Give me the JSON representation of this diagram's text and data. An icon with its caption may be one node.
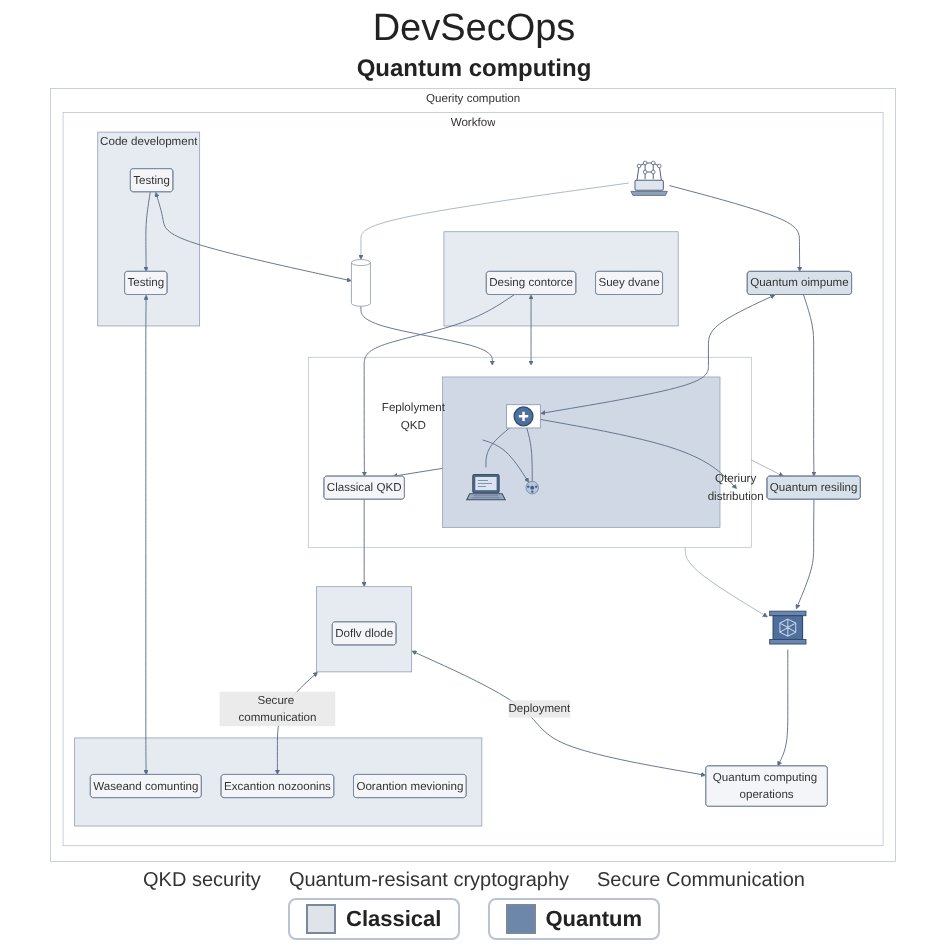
{
  "diagram": {
    "title": "DevSecOps",
    "nodes": [
      {
        "text": [
          "Querity compution"
        ]
      },
      {
        "text": [
          "Workfow"
        ],
        "in": 0
      },
      {
        "text": [
          "Code development"
        ],
        "in": 1
      },
      {
        "text": [
          "Testing"
        ],
        "in": 2
      },
      {
        "text": [
          "Testing"
        ],
        "in": 2
      },
      {
        "text": [],
        "shape": "box",
        "in": 1
      },
      {
        "text": [
          "Desing contorce"
        ],
        "in": 5
      },
      {
        "text": [
          "Suey dvane"
        ],
        "in": 5
      },
      {
        "text": [],
        "shape": "box",
        "in": 1
      },
      {
        "text": [
          "Waseand comunting"
        ],
        "in": 8
      },
      {
        "text": [
          "Oorantion mevioning"
        ],
        "in": 8
      },
      {
        "text": [
          "Excantion nozoonins"
        ],
        "in": 8
      },
      {
        "text": [],
        "shape": "cylinder",
        "in": 1
      },
      {
        "text": [],
        "shape": "box",
        "in": 1
      },
      {
        "text": [],
        "shape": "box",
        "in": 13
      },
      {
        "text": [],
        "shape": "box",
        "in": 14
      },
      {
        "text": [],
        "shape": "circle",
        "in": 14
      },
      {
        "text": [],
        "shape": "picture",
        "in": 14
      },
      {
        "text": [
          "Qteriury distribution"
        ],
        "in": 13
      },
      {
        "text": [
          "Feplolyment QKD"
        ],
        "in": 13
      },
      {
        "text": [
          "Classical QKD"
        ],
        "in": 13
      },
      {
        "text": [],
        "shape": "box",
        "in": 1
      },
      {
        "text": [
          "Doflv dlode"
        ],
        "in": 21
      },
      {
        "text": [],
        "shape": "picture",
        "in": 1
      },
      {
        "text": [
          "Quantum oimpume"
        ],
        "in": 1
      },
      {
        "text": [
          "Quantum resiling"
        ],
        "in": 1
      },
      {
        "text": [],
        "shape": "picture",
        "in": 1
      },
      {
        "text": [
          "Quantum computing operations"
        ],
        "in": 1
      }
    ],
    "edges": [
      {
        "from": 3,
        "to": 4,
        "arrow": "to"
      },
      {
        "from": 3,
        "to": 12,
        "arrow": "both"
      },
      {
        "from": 6,
        "to": 14,
        "arrow": "both"
      },
      {
        "from": 4,
        "to": 9,
        "arrow": "both"
      },
      {
        "from": 6,
        "to": 20,
        "arrow": "to"
      },
      {
        "from": 12,
        "to": 14,
        "arrow": "to"
      },
      {
        "from": 23,
        "to": 12,
        "arrow": "to",
        "color": "#a9b3c0"
      },
      {
        "from": 23,
        "to": 24,
        "arrow": "to"
      },
      {
        "from": 24,
        "to": 15,
        "arrow": "both"
      },
      {
        "from": 15,
        "to": 18,
        "arrow": "to"
      },
      {
        "from": 15,
        "to": 17,
        "arrow": "none"
      },
      {
        "from": 15,
        "to": 16,
        "arrow": "none"
      },
      {
        "from": 19,
        "to": 16,
        "arrow": "to"
      },
      {
        "from": 14,
        "to": 20,
        "arrow": "to"
      },
      {
        "from": 24,
        "to": 25,
        "arrow": "to"
      },
      {
        "from": 13,
        "to": 25,
        "arrow": "to",
        "color": "#a9b3c0"
      },
      {
        "from": 13,
        "to": 26,
        "arrow": "to",
        "color": "#a9b3c0"
      },
      {
        "from": 25,
        "to": 26,
        "arrow": "to"
      },
      {
        "from": 26,
        "to": 27,
        "arrow": "to"
      },
      {
        "from": 20,
        "to": 21,
        "arrow": "to"
      },
      {
        "from": 21,
        "to": 11,
        "label": "Secure communication",
        "arrow": "both"
      },
      {
        "from": 21,
        "to": 27,
        "label": "Deployment",
        "arrow": "both"
      }
    ],
    "labels": [
      "Quantum computing",
      "QKD security",
      "Quantum-resisant cryptography",
      "Secure Communication"
    ],
    "legend": [
      {
        "text": "Classical",
        "color": "#dfe3ea"
      },
      {
        "text": "Quantum",
        "color": "#6d87aa"
      }
    ]
  }
}
